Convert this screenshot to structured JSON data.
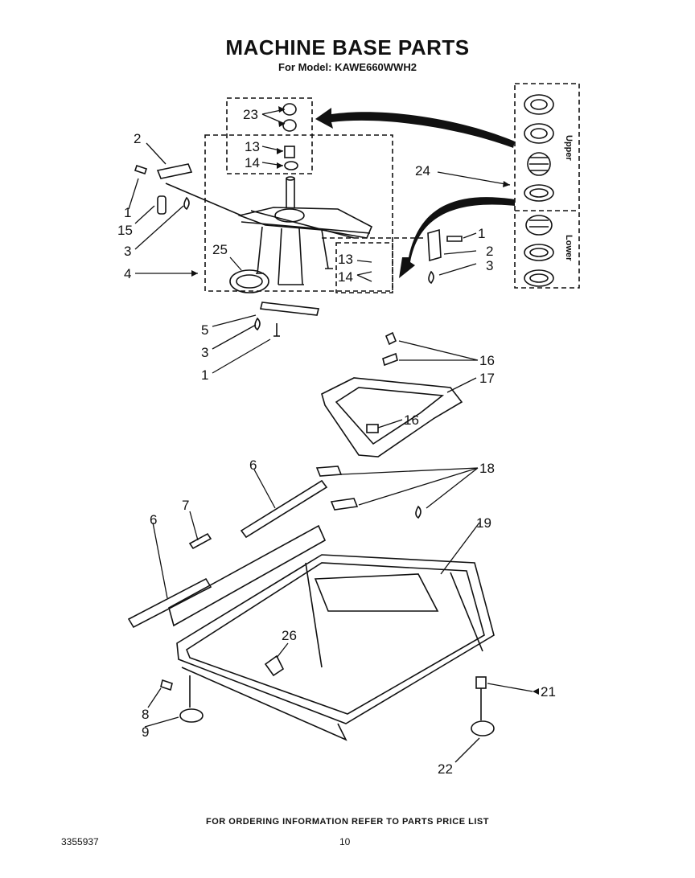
{
  "title": "MACHINE BASE PARTS",
  "subtitle": "For Model: KAWE660WWH2",
  "footer_note": "FOR ORDERING INFORMATION REFER TO PARTS PRICE LIST",
  "document_number": "3355937",
  "page_number": "10",
  "kit_labels": {
    "upper": "Upper",
    "lower": "Lower"
  },
  "callouts": {
    "c23": "23",
    "c13a": "13",
    "c14a": "14",
    "c2a": "2",
    "c1a": "1",
    "c15": "15",
    "c3a": "3",
    "c4": "4",
    "c25": "25",
    "c24": "24",
    "c1b": "1",
    "c2b": "2",
    "c3b": "3",
    "c13b": "13",
    "c14b": "14",
    "c5": "5",
    "c3c": "3",
    "c1c": "1",
    "c16a": "16",
    "c17": "17",
    "c16b": "16",
    "c6a": "6",
    "c18": "18",
    "c7": "7",
    "c6b": "6",
    "c19": "19",
    "c26": "26",
    "c21": "21",
    "c8": "8",
    "c9": "9",
    "c22": "22"
  }
}
